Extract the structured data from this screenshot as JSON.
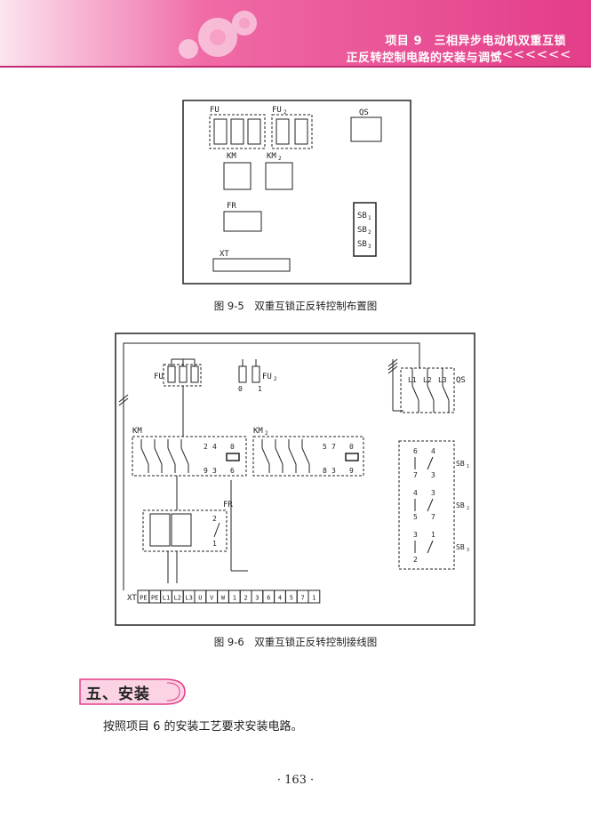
{
  "header": {
    "line1": "项目 9　三相异步电动机双重互锁",
    "line2": "正反转控制电路的安装与调试",
    "arrows": "<<<<<<<",
    "bg_color": "#e8488f"
  },
  "figure1": {
    "caption": "图 9-5　双重互锁正反转控制布置图",
    "labels": {
      "fu": "FU",
      "fu2": "FU",
      "fu2_sub": "2",
      "qs": "QS",
      "km": "KM",
      "km2": "KM",
      "km2_sub": "2",
      "fr": "FR",
      "sb1": "SB",
      "sb1_sub": "1",
      "sb2": "SB",
      "sb2_sub": "2",
      "sb3": "SB",
      "sb3_sub": "3",
      "xt": "XT"
    }
  },
  "figure2": {
    "caption": "图 9-6　双重互锁正反转控制接线图",
    "labels": {
      "fu": "FU",
      "fu2": "FU",
      "fu2_sub": "2",
      "fu2_terminals": [
        "0",
        "1"
      ],
      "qs": "QS",
      "qs_terms": [
        "L1",
        "L2",
        "L3"
      ],
      "km": "KM",
      "km_aux": [
        "2",
        "4",
        "9",
        "3",
        "0",
        "6"
      ],
      "km2": "KM",
      "km2_sub": "2",
      "km2_aux": [
        "5",
        "7",
        "8",
        "3",
        "0",
        "9"
      ],
      "fr": "FR",
      "fr_terms": [
        "2",
        "1"
      ],
      "sb1": "SB",
      "sb1_sub": "1",
      "sb1_terms": [
        "6",
        "4",
        "7",
        "3"
      ],
      "sb2": "SB",
      "sb2_sub": "2",
      "sb2_terms": [
        "4",
        "3",
        "5",
        "7"
      ],
      "sb3": "SB",
      "sb3_sub": "3",
      "sb3_terms": [
        "3",
        "1",
        "2"
      ],
      "xt": "XT",
      "xt_terminals": [
        "PE",
        "PE",
        "L1",
        "L2",
        "L3",
        "U",
        "V",
        "W",
        "1",
        "2",
        "3",
        "6",
        "4",
        "5",
        "7",
        "1"
      ]
    }
  },
  "section": {
    "title": "五、安装",
    "text": "按照项目 6 的安装工艺要求安装电路。"
  },
  "page_number": "· 163 ·"
}
